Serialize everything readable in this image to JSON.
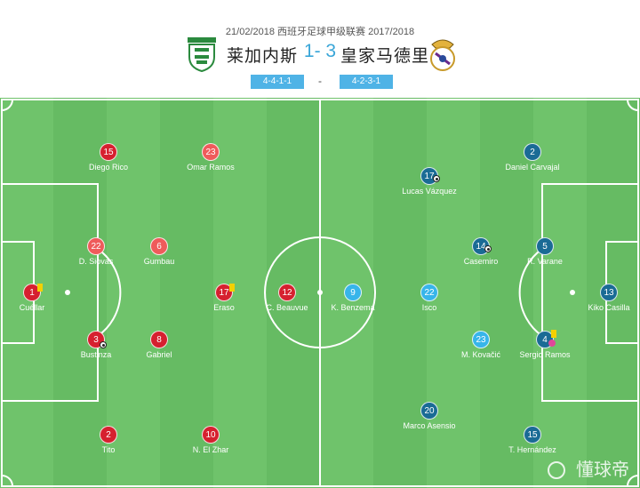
{
  "match": {
    "date_competition": "21/02/2018 西班牙足球甲级联赛 2017/2018",
    "home_team": "莱加内斯",
    "away_team": "皇家马德里",
    "score": "1- 3",
    "home_formation": "4-4-1-1",
    "away_formation": "4-2-3-1",
    "separator": "-"
  },
  "colors": {
    "home_dark": "#d6202f",
    "home_light": "#ef5b5b",
    "away_dark": "#1a6b95",
    "away_light": "#37b5ea",
    "pitch": "#6fc36b"
  },
  "home_players": [
    {
      "number": "1",
      "name": "Cuéllar",
      "shade": "dark"
    },
    {
      "number": "15",
      "name": "Diego Rico",
      "shade": "dark"
    },
    {
      "number": "22",
      "name": "D. Siovas",
      "shade": "light"
    },
    {
      "number": "3",
      "name": "Bustinza",
      "shade": "dark"
    },
    {
      "number": "2",
      "name": "Tito",
      "shade": "dark"
    },
    {
      "number": "23",
      "name": "Omar Ramos",
      "shade": "light"
    },
    {
      "number": "6",
      "name": "Gumbau",
      "shade": "light"
    },
    {
      "number": "8",
      "name": "Gabriel",
      "shade": "dark"
    },
    {
      "number": "10",
      "name": "N. El Zhar",
      "shade": "dark"
    },
    {
      "number": "17",
      "name": "Eraso",
      "shade": "dark"
    },
    {
      "number": "12",
      "name": "C. Beauvue",
      "shade": "dark"
    }
  ],
  "away_players": [
    {
      "number": "13",
      "name": "Kiko Casilla",
      "shade": "dark"
    },
    {
      "number": "2",
      "name": "Daniel Carvajal",
      "shade": "dark"
    },
    {
      "number": "5",
      "name": "R. Varane",
      "shade": "dark"
    },
    {
      "number": "4",
      "name": "Sergio Ramos",
      "shade": "dark"
    },
    {
      "number": "15",
      "name": "T. Hernández",
      "shade": "dark"
    },
    {
      "number": "14",
      "name": "Casemiro",
      "shade": "dark"
    },
    {
      "number": "23",
      "name": "M. Kovačić",
      "shade": "light"
    },
    {
      "number": "17",
      "name": "Lucas Vázquez",
      "shade": "dark"
    },
    {
      "number": "22",
      "name": "Isco",
      "shade": "light"
    },
    {
      "number": "20",
      "name": "Marco Asensio",
      "shade": "dark"
    },
    {
      "number": "9",
      "name": "K. Benzema",
      "shade": "light"
    }
  ],
  "watermark": "懂球帝"
}
